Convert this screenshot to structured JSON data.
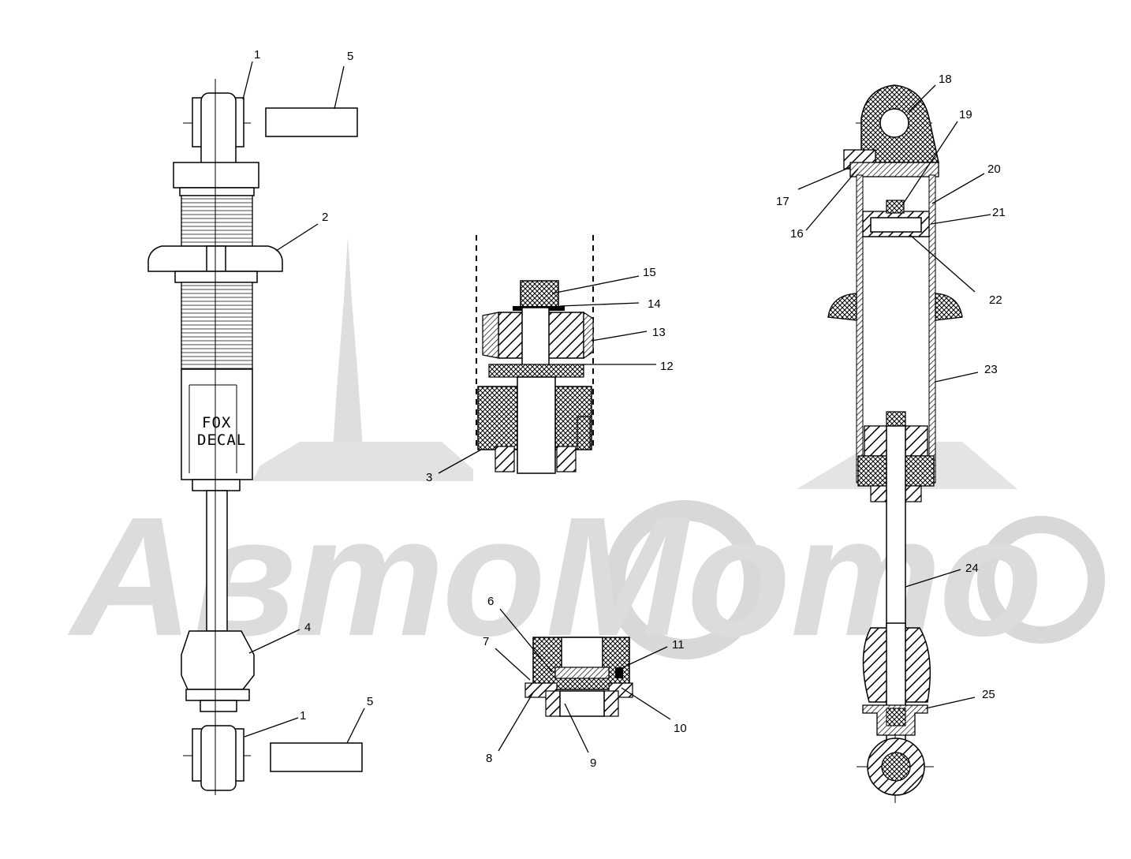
{
  "diagram": {
    "decal_text": [
      "FOX",
      "DECAL"
    ],
    "watermark": "AвтоМото",
    "callouts": [
      {
        "id": "c1a",
        "text": "1"
      },
      {
        "id": "c5a",
        "text": "5"
      },
      {
        "id": "c2",
        "text": "2"
      },
      {
        "id": "c4",
        "text": "4"
      },
      {
        "id": "c1b",
        "text": "1"
      },
      {
        "id": "c5b",
        "text": "5"
      },
      {
        "id": "c15",
        "text": "15"
      },
      {
        "id": "c14",
        "text": "14"
      },
      {
        "id": "c13",
        "text": "13"
      },
      {
        "id": "c12",
        "text": "12"
      },
      {
        "id": "c3",
        "text": "3"
      },
      {
        "id": "c6",
        "text": "6"
      },
      {
        "id": "c7",
        "text": "7"
      },
      {
        "id": "c11",
        "text": "11"
      },
      {
        "id": "c10",
        "text": "10"
      },
      {
        "id": "c8",
        "text": "8"
      },
      {
        "id": "c9",
        "text": "9"
      },
      {
        "id": "c18",
        "text": "18"
      },
      {
        "id": "c19",
        "text": "19"
      },
      {
        "id": "c20",
        "text": "20"
      },
      {
        "id": "c21",
        "text": "21"
      },
      {
        "id": "c17",
        "text": "17"
      },
      {
        "id": "c16",
        "text": "16"
      },
      {
        "id": "c22",
        "text": "22"
      },
      {
        "id": "c23",
        "text": "23"
      },
      {
        "id": "c24",
        "text": "24"
      },
      {
        "id": "c25",
        "text": "25"
      }
    ]
  }
}
